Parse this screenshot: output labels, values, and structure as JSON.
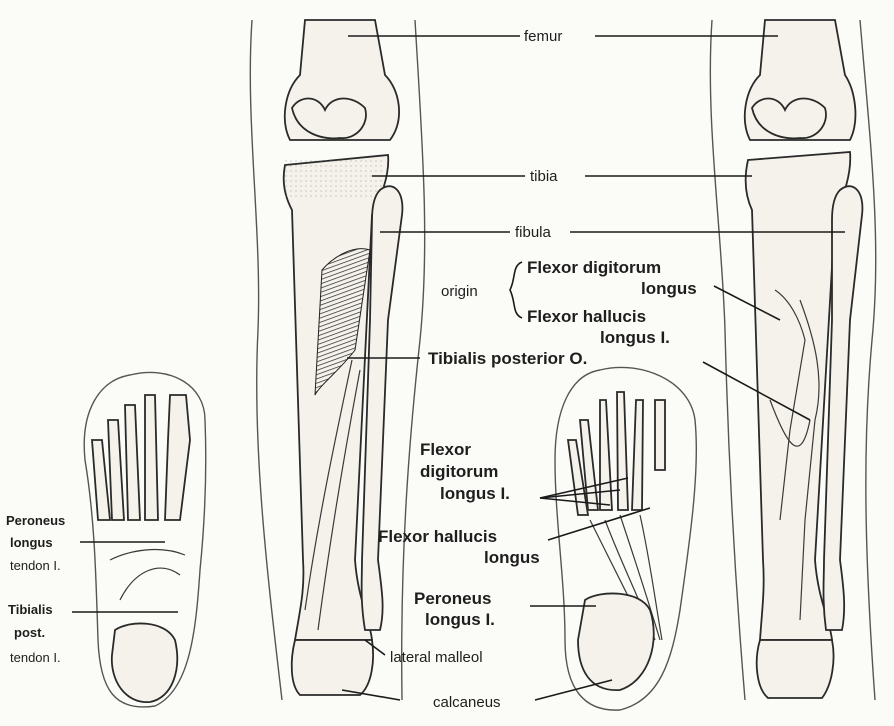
{
  "labels": {
    "femur": "femur",
    "tibia": "tibia",
    "fibula": "fibula",
    "origin": "origin",
    "fdl_origin_1": "Flexor digitorum",
    "fdl_origin_2": "longus",
    "fhl_origin_1": "Flexor hallucis",
    "fhl_origin_2": "longus I.",
    "tibialis_posterior": "Tibialis posterior O.",
    "fdl_insertion_1": "Flexor",
    "fdl_insertion_2": "digitorum",
    "fdl_insertion_3": "longus I.",
    "fhl_insertion_1": "Flexor hallucis",
    "fhl_insertion_2": "longus",
    "peroneus_right_1": "Peroneus",
    "peroneus_right_2": "longus I.",
    "lateral_malleol": "lateral malleol",
    "calcaneus": "calcaneus",
    "peroneus_left_1": "Peroneus",
    "peroneus_left_2": "longus",
    "peroneus_left_3": "tendon I.",
    "tibialis_left_1": "Tibialis",
    "tibialis_left_2": "post.",
    "tibialis_left_3": "tendon I."
  },
  "colors": {
    "line": "#1a1a1a",
    "bone_fill": "#f4f2ea",
    "background": "#fbfbf7"
  }
}
